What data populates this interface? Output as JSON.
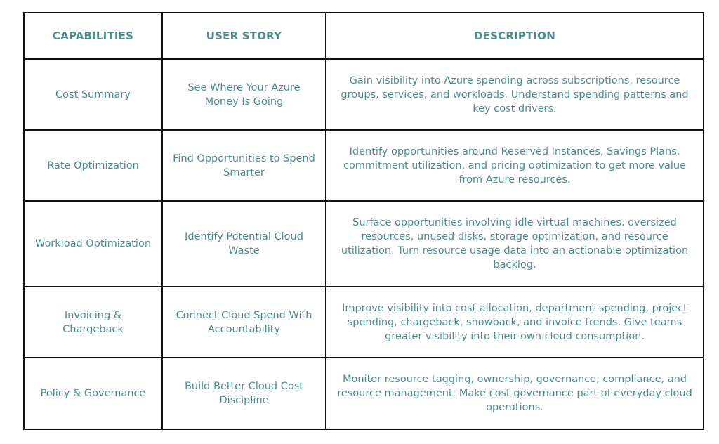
{
  "table": {
    "headers": [
      "CAPABILITIES",
      "USER STORY",
      "DESCRIPTION"
    ],
    "rows": [
      {
        "capability": "Cost Summary",
        "user_story": "See Where Your Azure Money Is Going",
        "description": "Gain visibility into Azure spending across subscriptions, resource groups, services, and workloads. Understand spending patterns and key cost drivers."
      },
      {
        "capability": "Rate Optimization",
        "user_story": "Find Opportunities to Spend Smarter",
        "description": "Identify opportunities around Reserved Instances, Savings Plans, commitment utilization, and pricing optimization to get more value from Azure resources."
      },
      {
        "capability": "Workload Optimization",
        "user_story": "Identify Potential Cloud Waste",
        "description": "Surface opportunities involving idle virtual machines, oversized resources, unused disks, storage optimization, and resource utilization. Turn resource usage data into an actionable optimization backlog."
      },
      {
        "capability": "Invoicing & Chargeback",
        "user_story": "Connect Cloud Spend With Accountability",
        "description": "Improve visibility into cost allocation, department spending, project spending, chargeback, showback, and invoice trends. Give teams greater visibility into their own cloud consumption."
      },
      {
        "capability": "Policy & Governance",
        "user_story": "Build Better Cloud Cost Discipline",
        "description": "Monitor resource tagging, ownership, governance, compliance, and resource management. Make cost governance part of everyday cloud operations."
      }
    ]
  },
  "colors": {
    "text": "#4d8d8c",
    "border": "#111111",
    "background": "#ffffff"
  }
}
